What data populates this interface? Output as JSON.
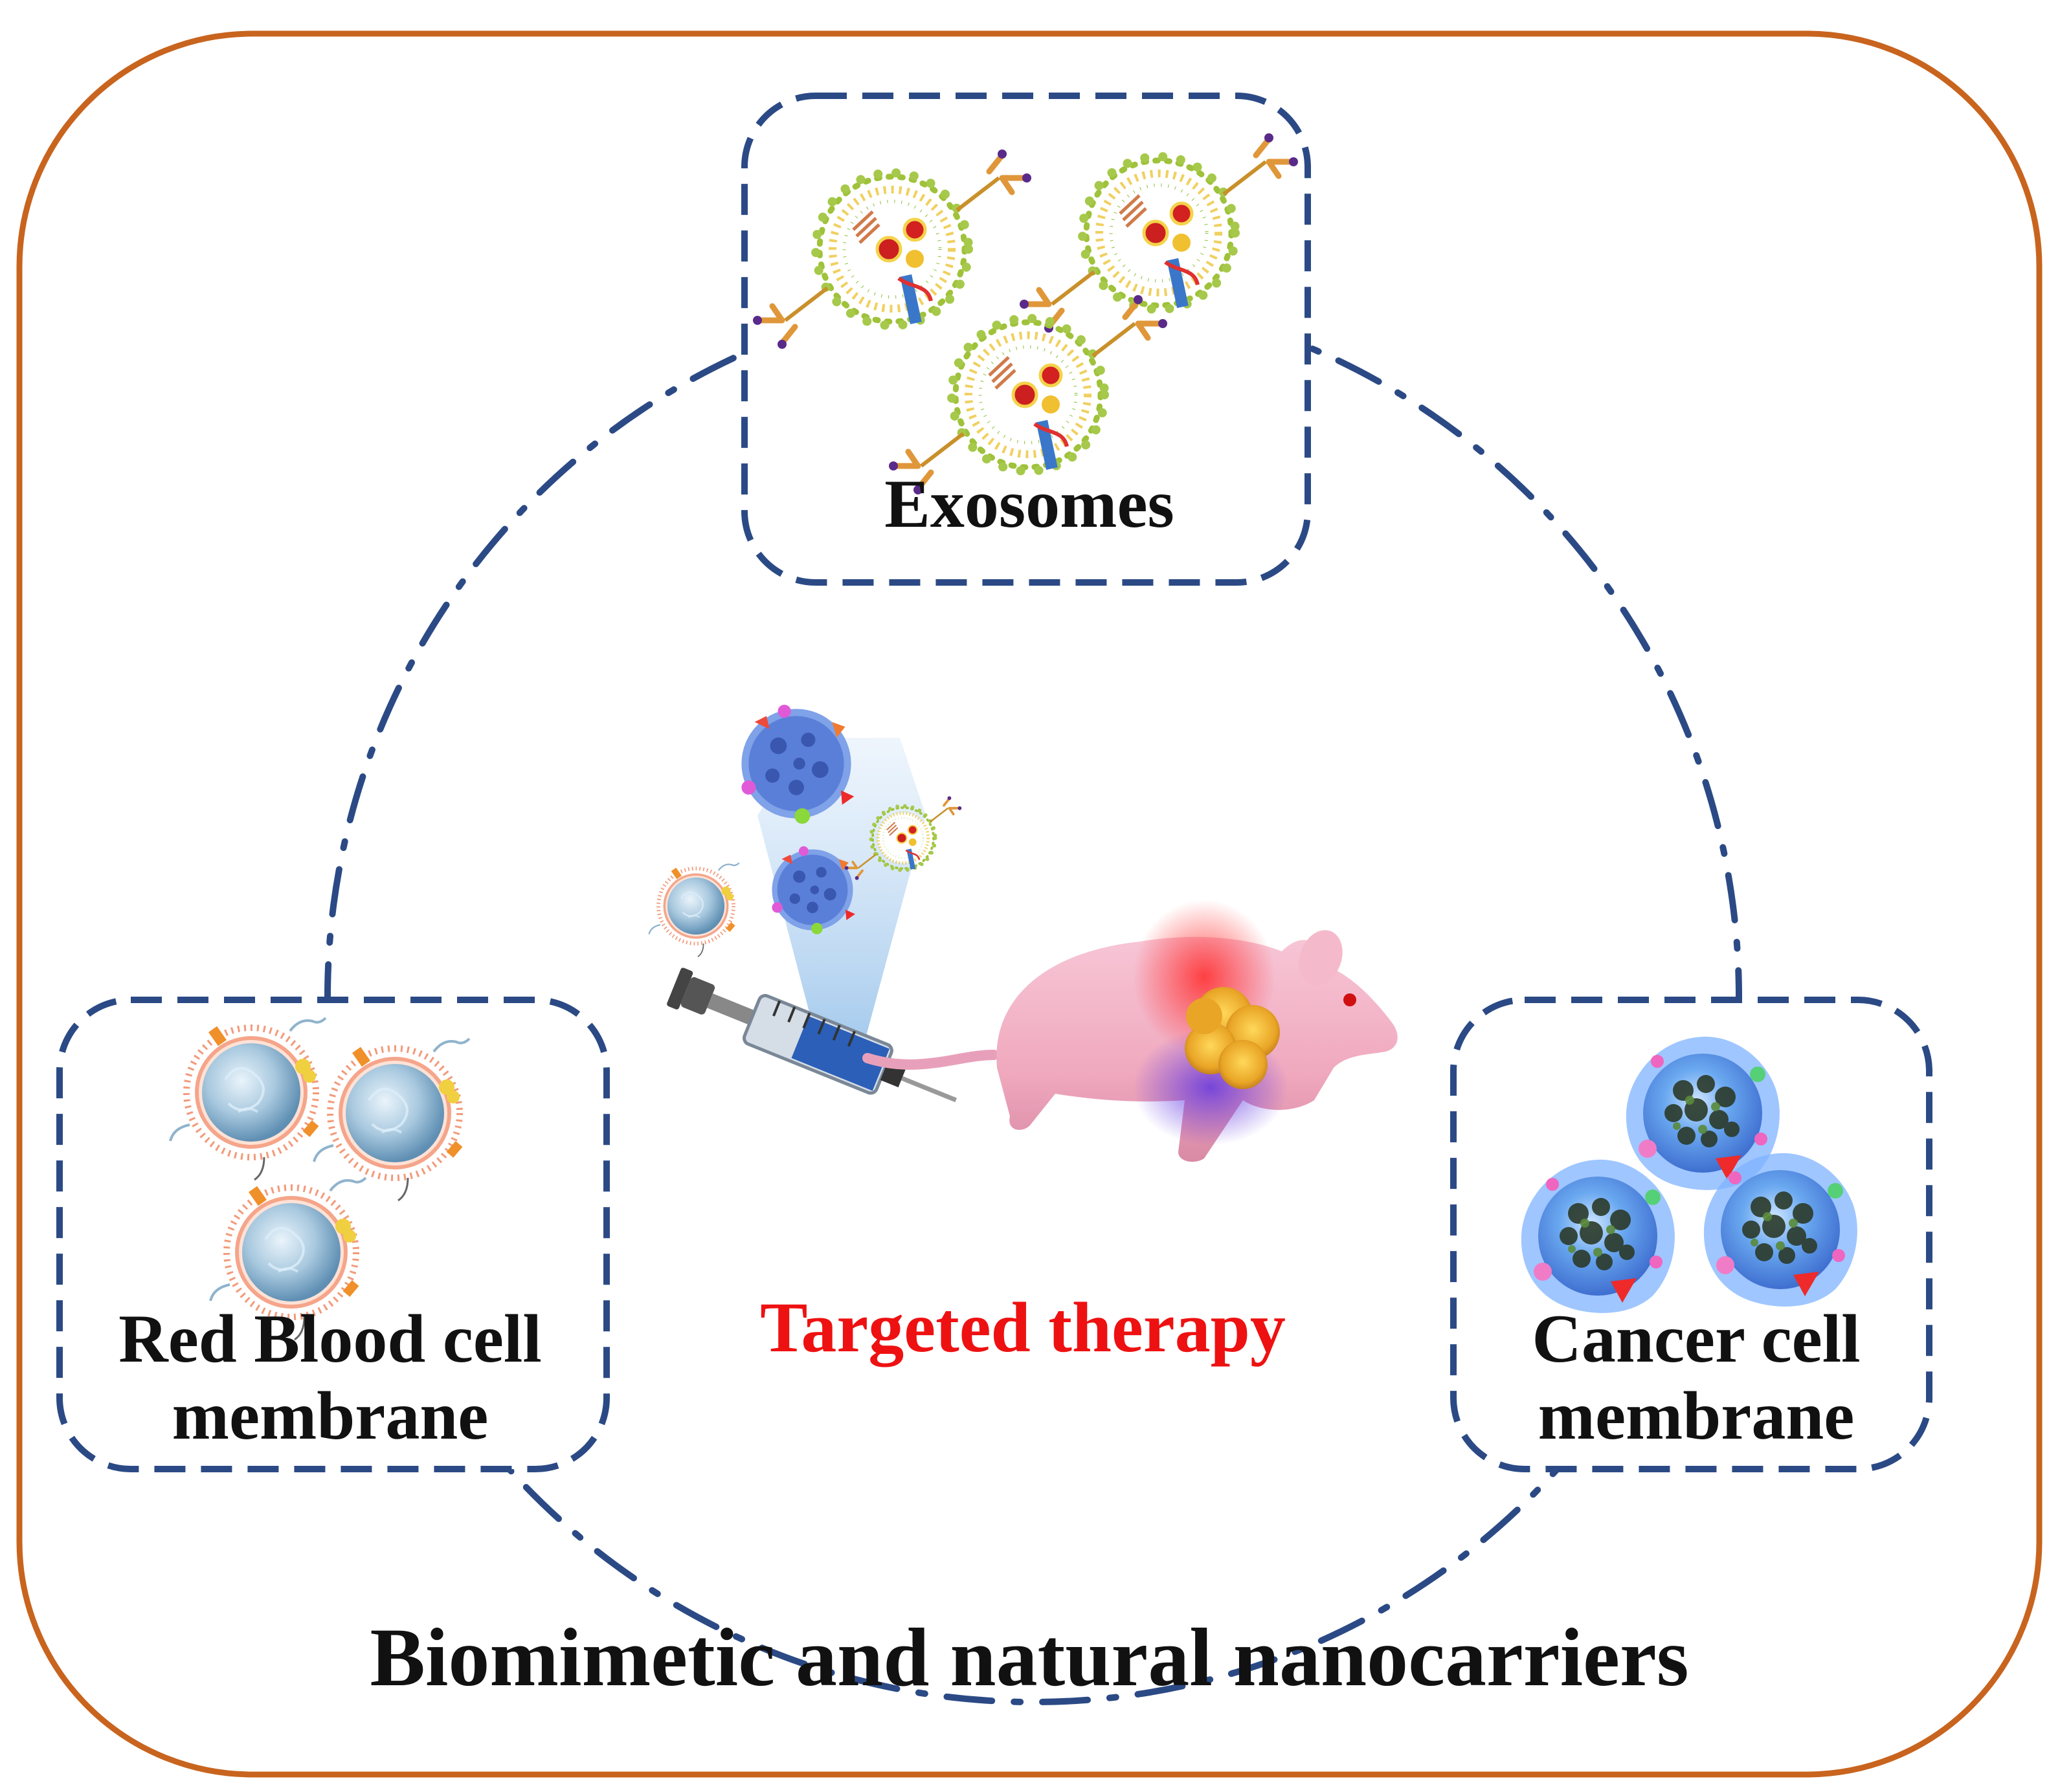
{
  "diagram": {
    "title": "Biomimetic and natural nanocarriers",
    "center_label": "Targeted therapy",
    "nodes": [
      {
        "id": "exosomes",
        "label": "Exosomes"
      },
      {
        "id": "rbc",
        "label_line1": "Red Blood cell",
        "label_line2": "membrane"
      },
      {
        "id": "cancer",
        "label_line1": "Cancer cell",
        "label_line2": "membrane"
      }
    ],
    "colors": {
      "outer_border": "#c8641e",
      "node_border": "#2b4a85",
      "cycle_line": "#2b4a85",
      "center_label": "#ee1111",
      "text": "#111111"
    },
    "icons": [
      "exosome-icon",
      "rbc-nanoparticle-icon",
      "cancer-cell-nanoparticle-icon",
      "syringe-icon",
      "mouse-icon",
      "tumor-icon"
    ]
  }
}
